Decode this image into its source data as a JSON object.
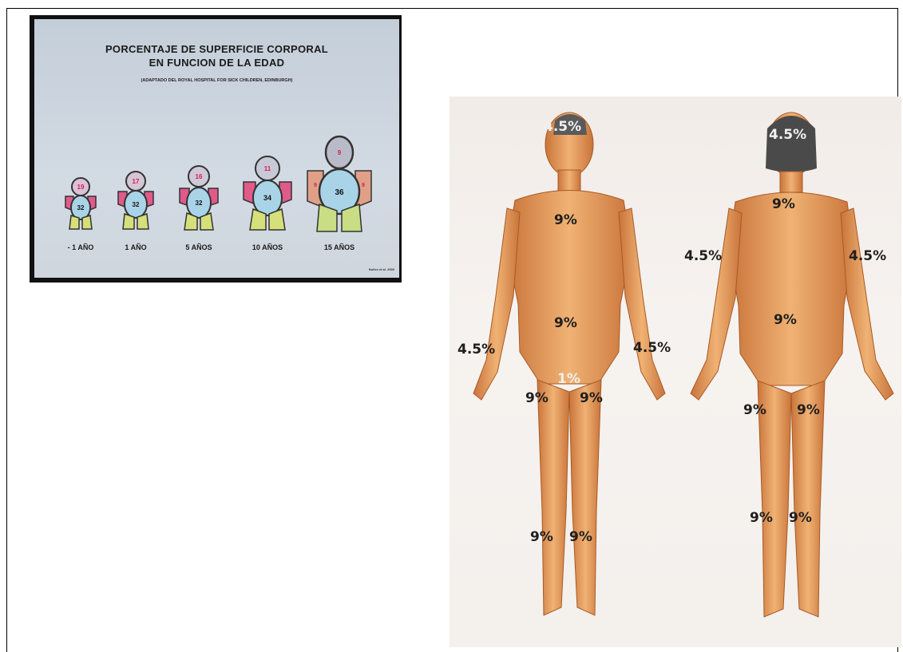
{
  "chart": {
    "title_line1": "PORCENTAJE DE SUPERFICIE CORPORAL",
    "title_line2": "EN FUNCION DE LA EDAD",
    "subtitle": "(ADAPTADO DEL ROYAL HOSPITAL FOR SICK CHILDREN, EDINBURGH)",
    "credit": "Nuñez et al. 2000",
    "figures": [
      {
        "age": "- 1 AÑO",
        "head": "19",
        "trunk": "32"
      },
      {
        "age": "1 AÑO",
        "head": "17",
        "trunk": "32"
      },
      {
        "age": "5 AÑOS",
        "head": "16",
        "trunk": "32"
      },
      {
        "age": "10 AÑOS",
        "head": "11",
        "trunk": "34"
      },
      {
        "age": "15 AÑOS",
        "head": "9",
        "trunk": "36"
      }
    ],
    "limb_marks": [
      "9",
      "9"
    ]
  },
  "front": {
    "head": "4.5%",
    "chest": "9%",
    "abdomen": "9%",
    "arm_left": "4.5%",
    "arm_right": "4.5%",
    "genital": "1%",
    "thigh_left": "9%",
    "thigh_right": "9%",
    "leg_left": "9%",
    "leg_right": "9%"
  },
  "back": {
    "head": "4.5%",
    "upper_back": "9%",
    "lower_back": "9%",
    "arm_left": "4.5%",
    "arm_right": "4.5%",
    "thigh_left": "9%",
    "thigh_right": "9%",
    "leg_left": "9%",
    "leg_right": "9%"
  }
}
